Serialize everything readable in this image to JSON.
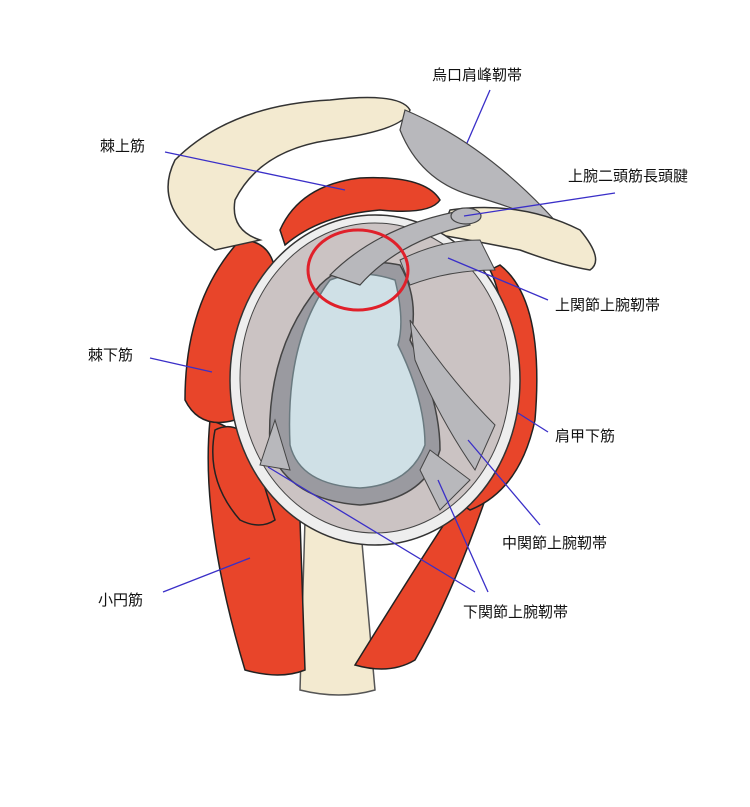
{
  "labels": {
    "coracoacromial_ligament": "烏口肩峰靭帯",
    "supraspinatus": "棘上筋",
    "biceps_long_head_tendon": "上腕二頭筋長頭腱",
    "superior_glenohumeral_ligament": "上関節上腕靭帯",
    "infraspinatus": "棘下筋",
    "subscapularis": "肩甲下筋",
    "middle_glenohumeral_ligament": "中関節上腕靭帯",
    "teres_minor": "小円筋",
    "inferior_glenohumeral_ligament": "下関節上腕靭帯"
  },
  "colors": {
    "muscle": "#e8452a",
    "bone": "#f3ead0",
    "ligament": "#b8b8bc",
    "capsule": "#cbc3c3",
    "cartilage": "#cfe0e6",
    "leader": "#3a2fc8",
    "highlight": "#e0202a"
  }
}
